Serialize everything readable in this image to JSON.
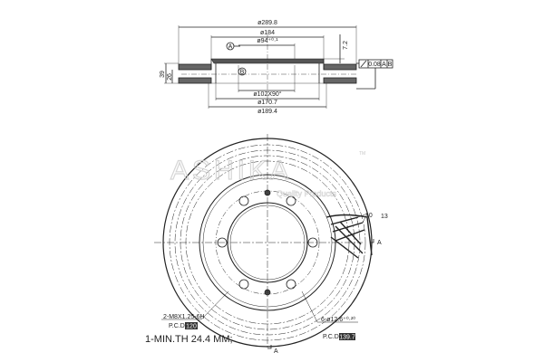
{
  "section_view": {
    "dims": {
      "outer_dia": "ø289.8",
      "hat_dia": "ø184",
      "center_bore": "ø94⁺⁰·¹",
      "hat_height": "7.2",
      "thickness_total": "39",
      "thickness_disc": "26",
      "chamfer": "ø102X90°",
      "inner_face": "ø170.7",
      "outer_face": "ø189.4"
    },
    "datum_a": "A",
    "datum_b": "B",
    "tolerance_frame": {
      "symbol": "runout",
      "value": "0.08",
      "ref1": "A",
      "ref2": "B"
    }
  },
  "plan_view": {
    "section_mark_right": "A",
    "section_mark_bottom": "A",
    "vane_labels": [
      "10",
      "13"
    ],
    "thread_callout": "2-M8X1.25-6H",
    "thread_pcd_label": "P.C.D.",
    "thread_pcd_value": "120",
    "holes_callout": "6-ø12.6⁺⁰·²⁰",
    "holes_pcd_label": "P.C.D.",
    "holes_pcd_value": "139.7"
  },
  "notes": [
    "1-MIN.TH 24.4 MM;"
  ],
  "watermark": {
    "brand": "ASHIKA",
    "tagline": "Quality Products",
    "tm": "TM"
  }
}
